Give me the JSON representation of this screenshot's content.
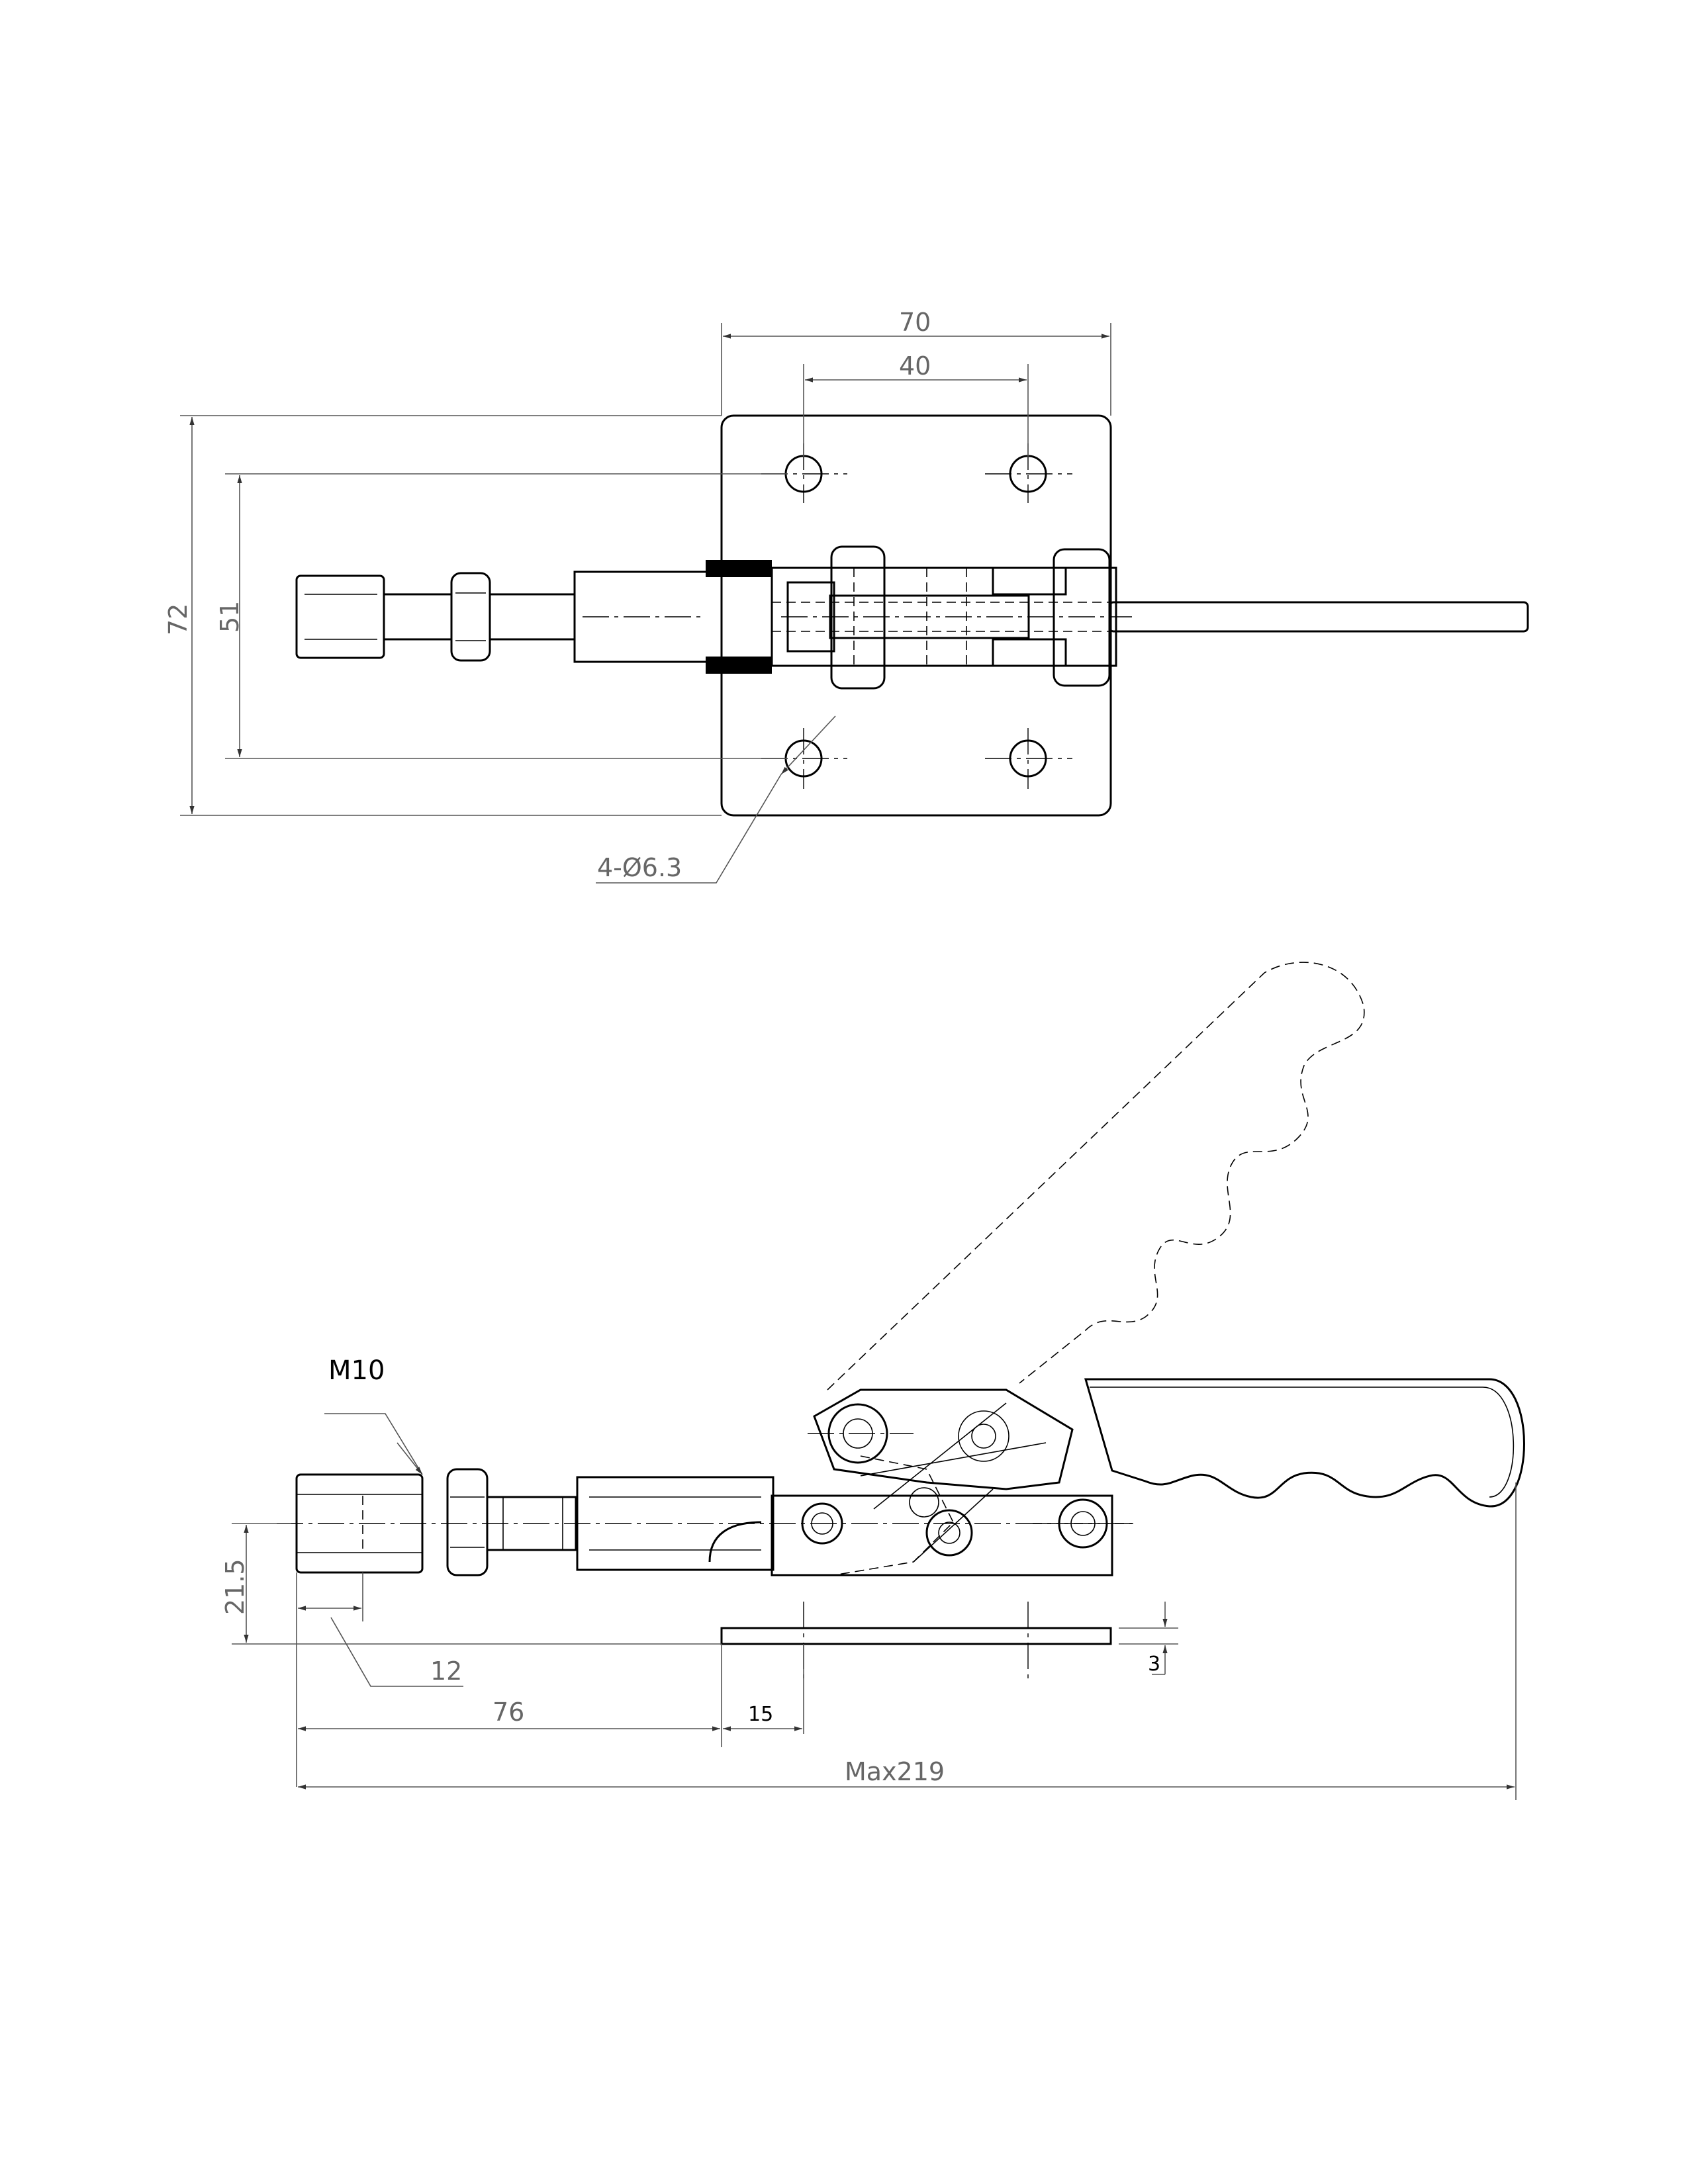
{
  "top_view": {
    "dim_width_overall": "70",
    "dim_hole_spacing_x": "40",
    "dim_height_overall": "72",
    "dim_hole_spacing_y": "51",
    "hole_callout": "4-Ø6.3"
  },
  "side_view": {
    "thread_label": "M10",
    "dim_height_axis": "21.5",
    "dim_thread_length": "12",
    "dim_reach": "76",
    "dim_offset": "15",
    "dim_base_thickness": "3",
    "dim_max_length": "Max219"
  }
}
